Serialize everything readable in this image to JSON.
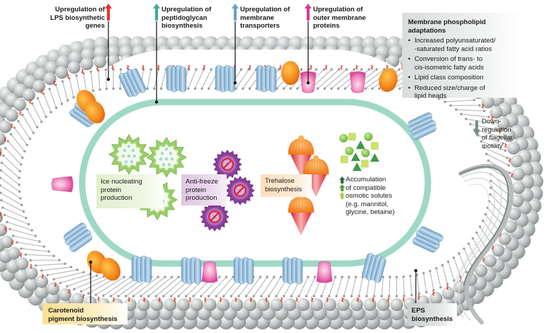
{
  "figure": {
    "colors": {
      "lps_arrow": "#e8352a",
      "peptidoglycan_arrow": "#3fae94",
      "transporter_arrow": "#6aa2c8",
      "omp_arrow": "#d93a8e",
      "flagella_arrow": "#7f8a8a",
      "osmolyte_arrows": [
        "#1e6e35",
        "#4fa33b",
        "#a9cf52"
      ],
      "peptidoglycan_layer": "#9fd8c6",
      "transporter": "#8fbddd",
      "omp": "#ec79b5",
      "carotenoid": "#f28a22",
      "lps_chains": "#e8352a",
      "eps_beads": "#c9cccc"
    },
    "top_labels": [
      {
        "id": "lps",
        "lines": [
          "Upregulation of",
          "LPS biosynthetic",
          "genes"
        ],
        "arrow": "up"
      },
      {
        "id": "peptidoglycan",
        "lines": [
          "Upregulation of",
          "peptidoglycan",
          "biosynthesis"
        ],
        "arrow": "up"
      },
      {
        "id": "transporters",
        "lines": [
          "Upregulation of",
          "membrane",
          "transporters"
        ],
        "arrow": "up"
      },
      {
        "id": "omp",
        "lines": [
          "Upregulation of",
          "outer membrane",
          "proteins"
        ],
        "arrow": "up"
      }
    ],
    "phospholipid_box": {
      "title_lines": [
        "Membrane phospholipid",
        "adaptations"
      ],
      "items": [
        {
          "lines": [
            "Increased polyunsaturated/",
            "-saturated fatty acid ratios"
          ]
        },
        {
          "lines": [
            "Conversion of trans- to",
            "cis-isometric fatty acids"
          ]
        },
        {
          "lines": [
            "Lipid class composition"
          ]
        },
        {
          "lines": [
            "Reduced size/charge of",
            "lipid heads"
          ]
        }
      ]
    },
    "flagella_label": {
      "lines": [
        "Down-",
        "regulation",
        "of flagellar",
        "motility"
      ],
      "arrow": "down"
    },
    "ice_box": {
      "lines": [
        "Ice nucleating",
        "protein",
        "production"
      ]
    },
    "antifreeze_box": {
      "lines": [
        "Anti-freeze",
        "protein",
        "production"
      ]
    },
    "trehalose_box": {
      "lines": [
        "Trehalose",
        "biosynthesis"
      ]
    },
    "osmolyte_label": {
      "lines": [
        "Accumulation",
        "of compatible",
        "osmotic solutes",
        "(e.g. mannitol,",
        "glycine, betaine)"
      ]
    },
    "carotenoid_box": {
      "lines": [
        "Carotenoid",
        "pigment biosynthesis"
      ]
    },
    "eps_box": {
      "lines": [
        "EPS",
        "biosynthesis"
      ]
    }
  }
}
